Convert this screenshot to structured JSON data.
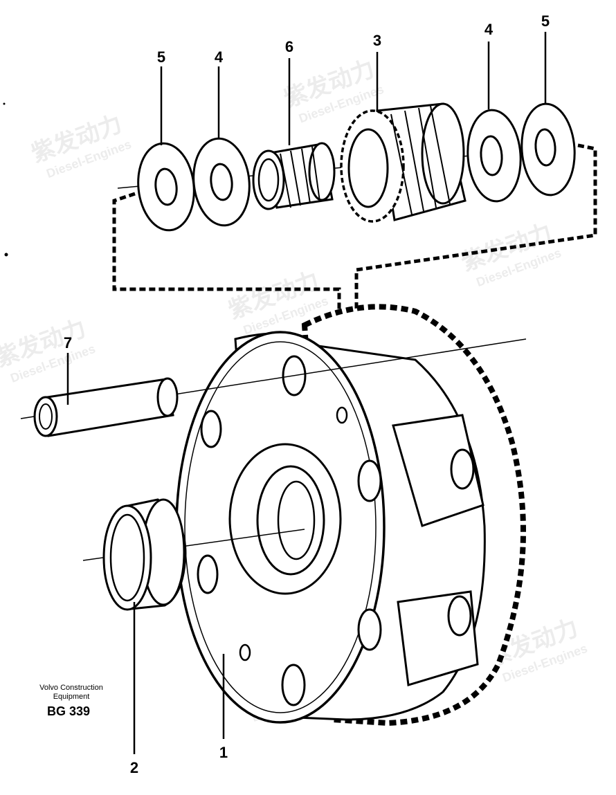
{
  "callouts": {
    "c5_left": "5",
    "c4_left": "4",
    "c6": "6",
    "c3": "3",
    "c4_right": "4",
    "c5_right": "5",
    "c7": "7",
    "c2": "2",
    "c1": "1"
  },
  "caption": {
    "line1": "Volvo Construction",
    "line2": "Equipment",
    "code": "BG 339"
  },
  "watermark": {
    "brand_cn": "紫发动力",
    "brand_en": "Diesel-Engines"
  }
}
